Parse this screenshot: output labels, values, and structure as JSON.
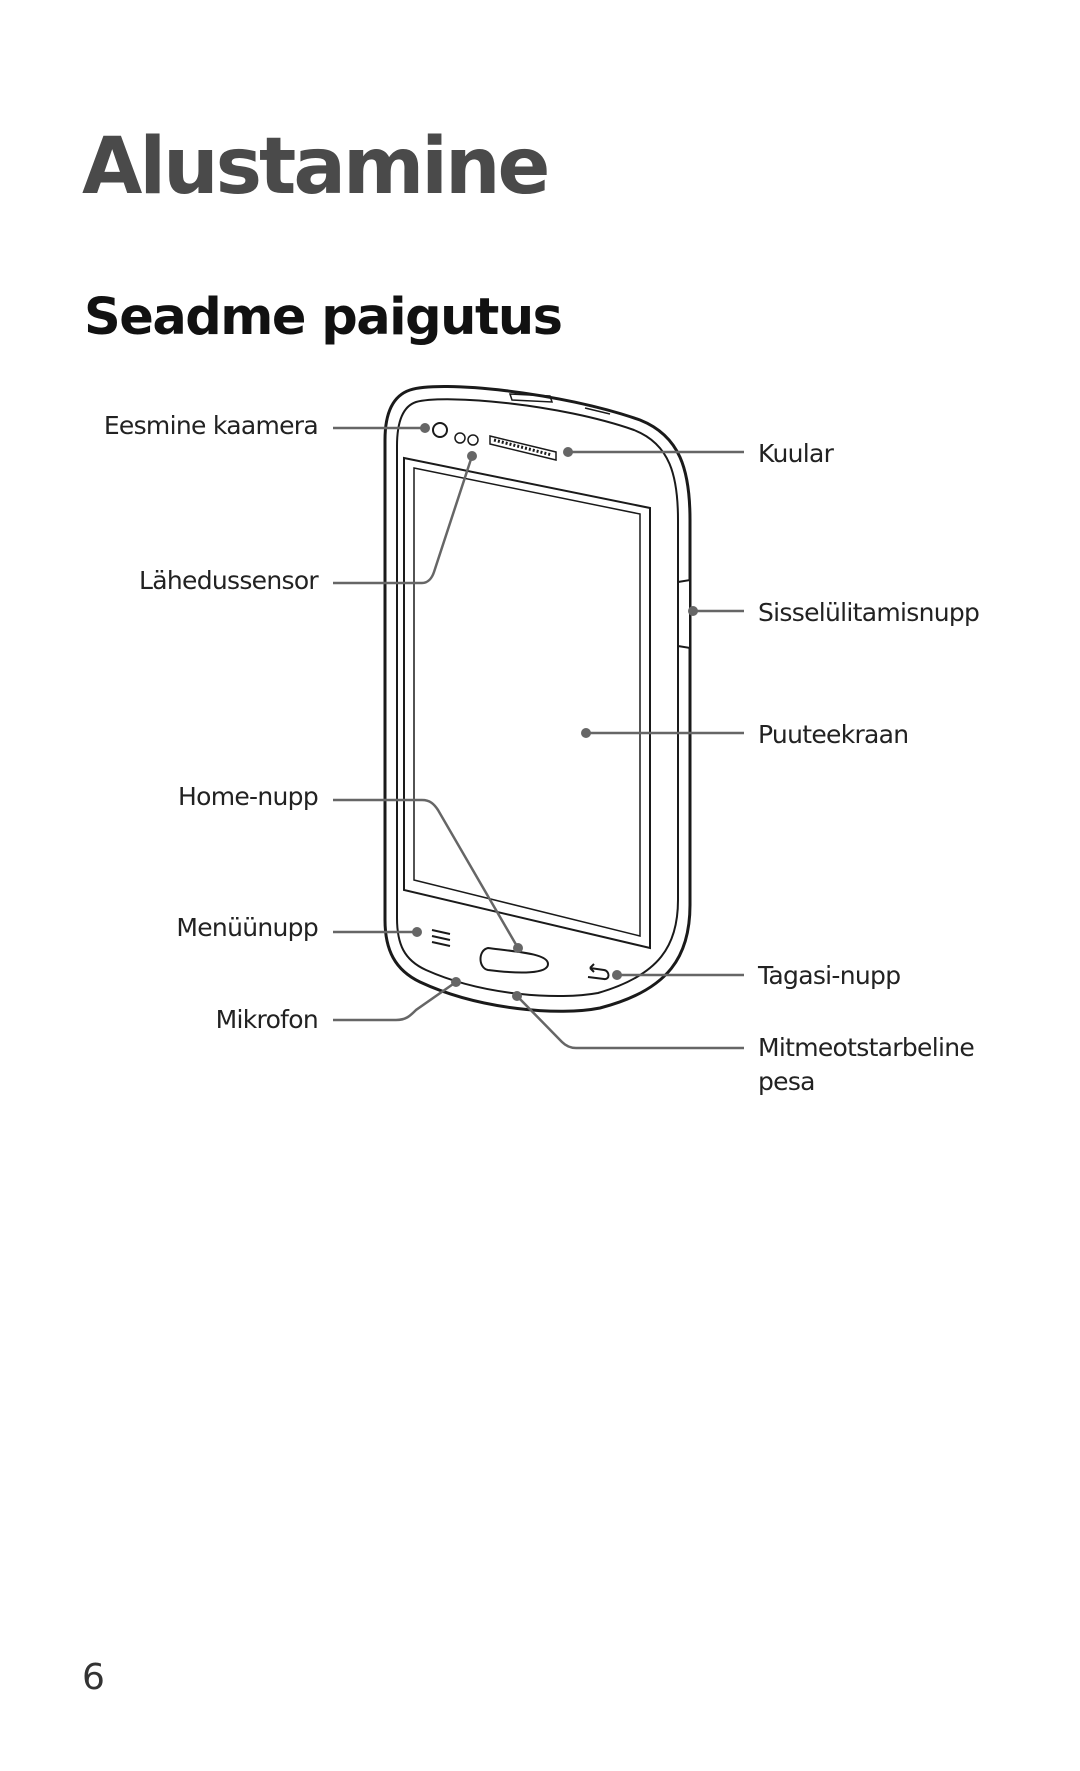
{
  "page": {
    "title": "Alustamine",
    "subtitle": "Seadme paigutus",
    "page_number": "6"
  },
  "labels": {
    "front_camera": "Eesmine kaamera",
    "proximity_sensor": "Lähedussensor",
    "home_button": "Home-nupp",
    "menu_button": "Menüünupp",
    "microphone": "Mikrofon",
    "earpiece": "Kuular",
    "power_button": "Sisselülitamisnupp",
    "touchscreen": "Puuteekraan",
    "back_button": "Tagasi-nupp",
    "multipurpose_jack_line1": "Mitmeotstarbeline",
    "multipurpose_jack_line2": "pesa"
  }
}
